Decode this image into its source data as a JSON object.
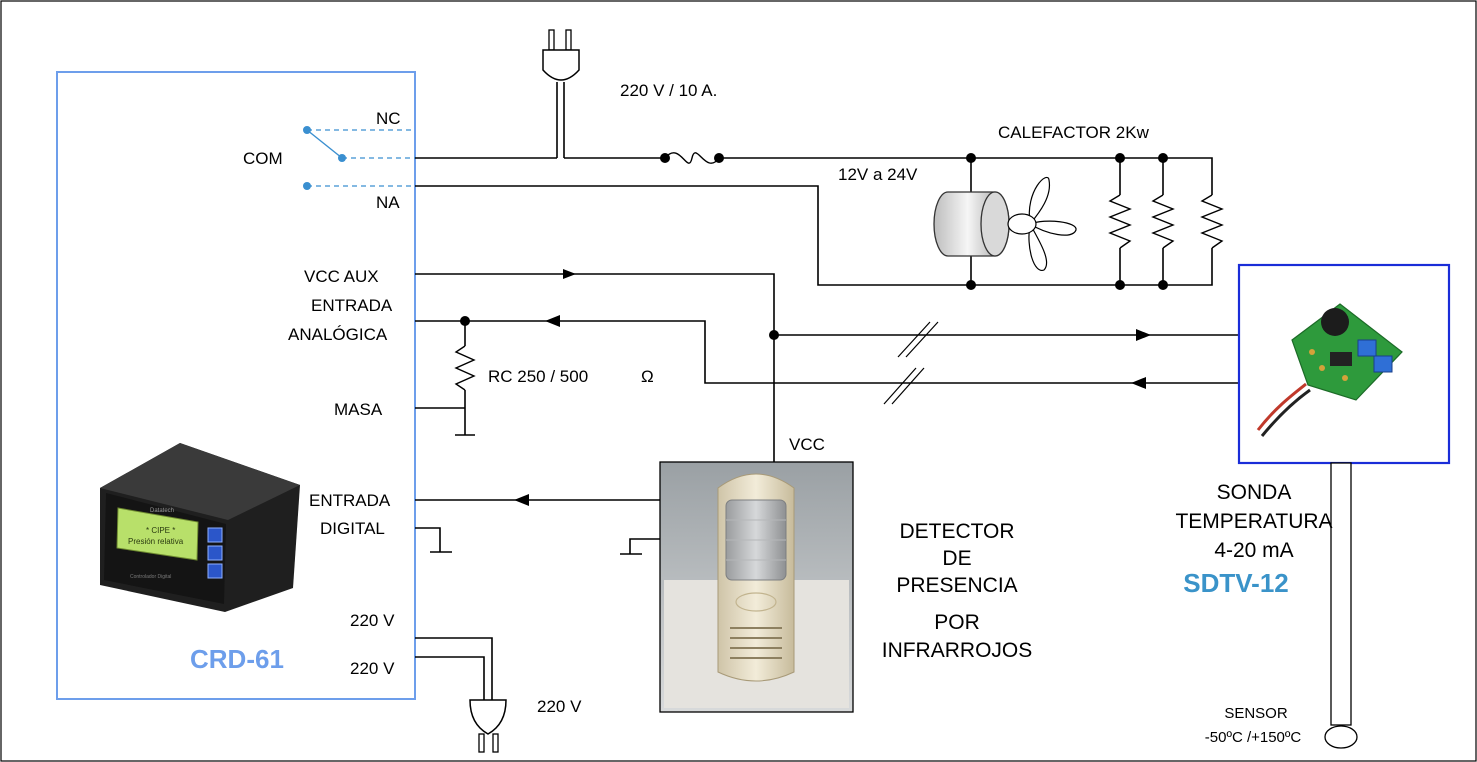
{
  "controller": {
    "model": "CRD-61",
    "relay": {
      "nc": "NC",
      "com": "COM",
      "na": "NA"
    },
    "vcc_aux": "VCC AUX",
    "analog_input_line1": "ENTRADA",
    "analog_input_line2": "ANALÓGICA",
    "ground": "MASA",
    "digital_input_line1": "ENTRADA",
    "digital_input_line2": "DIGITAL",
    "power_1": "220 V",
    "power_2": "220 V",
    "display_brand": "Datatech",
    "display_line1": "* CIPE *",
    "display_line2": "Presión relativa",
    "display_footer": "Controlador Digital"
  },
  "mains_plug_top": "220 V / 10 A.",
  "mains_plug_bottom": "220 V",
  "heater": {
    "title": "CALEFACTOR 2Kw",
    "fan_voltage": "12V a 24V"
  },
  "resistor": {
    "label": "RC  250 / 500",
    "unit_symbol": "Ω"
  },
  "detector": {
    "vcc": "VCC",
    "lines": [
      "DETECTOR",
      "DE",
      "PRESENCIA",
      "POR",
      "INFRARROJOS"
    ]
  },
  "probe": {
    "lines": [
      "SONDA",
      "TEMPERATURA",
      "4-20 mA"
    ],
    "model": "SDTV-12",
    "sensor_line1": "SENSOR",
    "sensor_line2": "-50ºC /+150ºC"
  },
  "colors": {
    "accent_blue": "#3a8fd0",
    "controller_border": "#6d9eeb",
    "controller_model": "#6d9eeb",
    "probe_model": "#3a93c9",
    "probe_border": "#1a2dd8",
    "lcd_green": "#b8e06a"
  }
}
